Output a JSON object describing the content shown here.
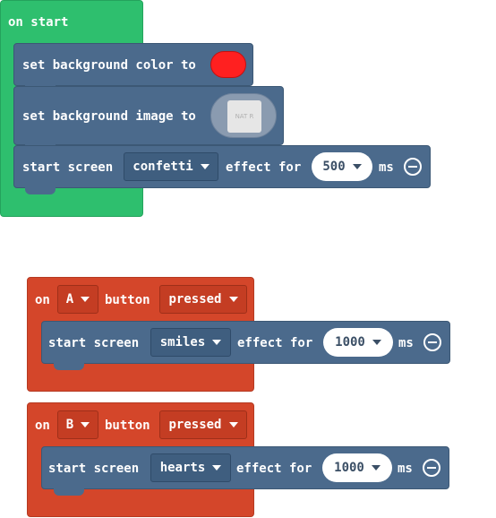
{
  "colors": {
    "green_hat": "#2ebf6e",
    "red_hat": "#d4462a",
    "block": "#4b6a8c",
    "swatch": "#ff2020"
  },
  "on_start": {
    "title": "on start",
    "set_bg_color": {
      "label": "set background color to",
      "color_value": "#ff2020"
    },
    "set_bg_image": {
      "label": "set background image to",
      "image_text": "NAT R"
    },
    "start_effect": {
      "label": "start screen",
      "effect": "confetti",
      "for_label": "effect for",
      "duration": "500",
      "unit": "ms"
    }
  },
  "button_a": {
    "on": "on",
    "button_name": "A",
    "button_label": "button",
    "event": "pressed",
    "start_effect": {
      "label": "start screen",
      "effect": "smiles",
      "for_label": "effect for",
      "duration": "1000",
      "unit": "ms"
    }
  },
  "button_b": {
    "on": "on",
    "button_name": "B",
    "button_label": "button",
    "event": "pressed",
    "start_effect": {
      "label": "start screen",
      "effect": "hearts",
      "for_label": "effect for",
      "duration": "1000",
      "unit": "ms"
    }
  }
}
